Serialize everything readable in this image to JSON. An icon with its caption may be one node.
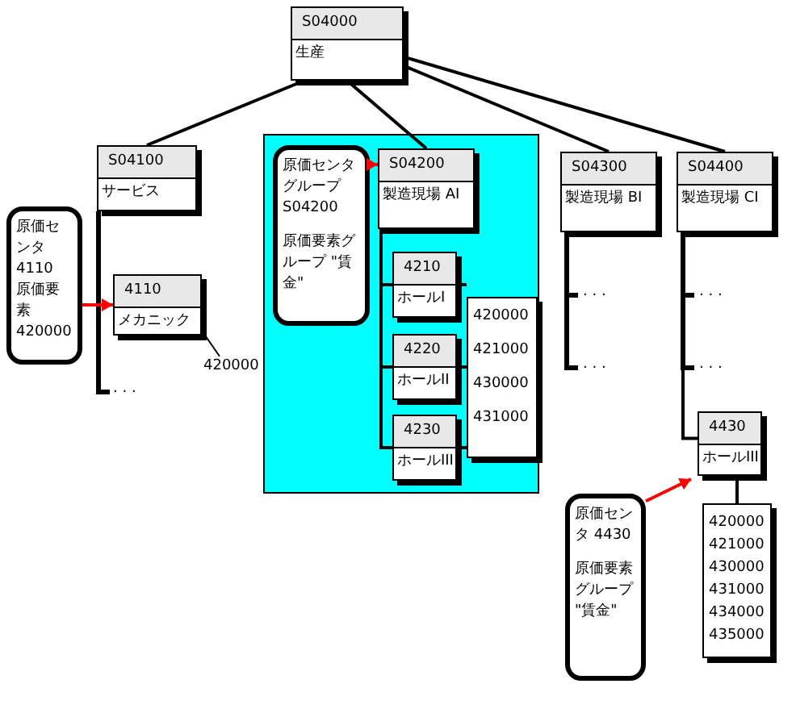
{
  "diagram": {
    "nodes": [
      {
        "text": [
          "S04000",
          "生産"
        ]
      },
      {
        "text": [
          "S04100",
          "サービス"
        ]
      },
      {
        "text": [
          "原価センタ 4110",
          "原価要素 420000"
        ]
      },
      {
        "text": [
          "4110",
          "メカニック"
        ]
      },
      {
        "text": [
          "420000"
        ]
      },
      {
        "text": [],
        "shape": "box"
      },
      {
        "text": [
          "原価センタグループ S04200",
          "原価要素グループ \"賃金\""
        ],
        "in": 5
      },
      {
        "text": [
          "S04200",
          "製造現場 AI"
        ],
        "in": 5
      },
      {
        "text": [
          "4210",
          "ホールI"
        ],
        "in": 5
      },
      {
        "text": [
          "4220",
          "ホールII"
        ],
        "in": 5
      },
      {
        "text": [
          "4230",
          "ホールIII"
        ],
        "in": 5
      },
      {
        "text": [
          "420000",
          "421000",
          "430000",
          "431000"
        ],
        "in": 5
      },
      {
        "text": [
          "S04300",
          "製造現場 BI"
        ]
      },
      {
        "text": [
          "S04400",
          "製造現場 CI"
        ]
      },
      {
        "text": [
          "4430",
          "ホールIII"
        ]
      },
      {
        "text": [
          "原価センタ 4430",
          "原価要素グループ \"賃金\""
        ]
      },
      {
        "text": [
          "420000",
          "421000",
          "430000",
          "431000",
          "434000",
          "435000"
        ]
      }
    ],
    "edges": [
      {
        "from": 0,
        "to": 1,
        "arrow": "none"
      },
      {
        "from": 0,
        "to": 7,
        "arrow": "none"
      },
      {
        "from": 0,
        "to": 12,
        "arrow": "none"
      },
      {
        "from": 0,
        "to": 13,
        "arrow": "none"
      },
      {
        "from": 1,
        "to": 3,
        "arrow": "none"
      },
      {
        "from": 2,
        "to": 3,
        "arrow": "to",
        "color": "#ff0000"
      },
      {
        "from": 3,
        "to": 4,
        "arrow": "none"
      },
      {
        "from": 6,
        "to": 7,
        "arrow": "to",
        "color": "#ff0000"
      },
      {
        "from": 7,
        "to": 8,
        "arrow": "none"
      },
      {
        "from": 7,
        "to": 9,
        "arrow": "none"
      },
      {
        "from": 7,
        "to": 10,
        "arrow": "none"
      },
      {
        "from": 8,
        "to": 11,
        "arrow": "none"
      },
      {
        "from": 9,
        "to": 11,
        "arrow": "none"
      },
      {
        "from": 10,
        "to": 11,
        "arrow": "none"
      },
      {
        "from": 13,
        "to": 14,
        "arrow": "none"
      },
      {
        "from": 15,
        "to": 14,
        "arrow": "to",
        "color": "#ff0000"
      },
      {
        "from": 14,
        "to": 16,
        "arrow": "none"
      }
    ],
    "labels": [
      ". . .",
      ". . .",
      ". . .",
      ". . .",
      ". . ."
    ]
  }
}
